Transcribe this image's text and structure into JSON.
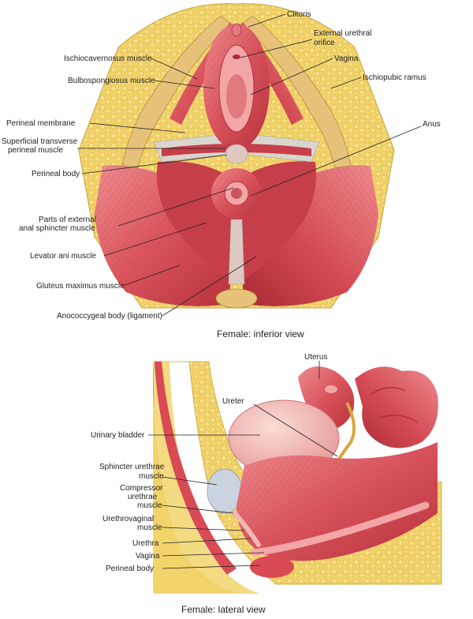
{
  "inferior_view": {
    "caption": "Female: inferior view",
    "labels": {
      "clitoris": "Clitoris",
      "external_urethral_orifice_1": "External urethral",
      "external_urethral_orifice_2": "orifice",
      "vagina": "Vagina",
      "ischiopubic_ramus": "Ischiopubic ramus",
      "ischiocavernosus": "Ischiocavernosus muscle",
      "bulbospongiosus": "Bulbospongiosus muscle",
      "perineal_membrane": "Perineal membrane",
      "superficial_transverse_1": "Superficial transverse",
      "superficial_transverse_2": "perineal muscle",
      "anus": "Anus",
      "perineal_body": "Perineal body",
      "external_anal_sphincter_1": "Parts of external",
      "external_anal_sphincter_2": "anal sphincter muscle",
      "levator_ani": "Levator ani muscle",
      "gluteus_maximus": "Gluteus maximus muscle",
      "anococcygeal_body": "Anococcygeal body (ligament)"
    }
  },
  "lateral_view": {
    "caption": "Female: lateral view",
    "labels": {
      "uterus": "Uterus",
      "ureter": "Ureter",
      "urinary_bladder": "Urinary bladder",
      "sphincter_urethrae_1": "Sphincter urethrae",
      "sphincter_urethrae_2": "muscle",
      "compressor_urethrae_1": "Compressor",
      "compressor_urethrae_2": "urethrae",
      "compressor_urethrae_3": "muscle",
      "urethrovaginal_1": "Urethrovaginal",
      "urethrovaginal_2": "muscle",
      "urethra": "Urethra",
      "vagina": "Vagina",
      "perineal_body": "Perineal body"
    }
  },
  "colors": {
    "muscle": "#d9535c",
    "muscle_dark": "#b8323d",
    "muscle_light": "#ee8c8f",
    "fat": "#f2d36a",
    "fat_dark": "#d9b23f",
    "membrane": "#d8d6cf",
    "bladder": "#f3b7b4",
    "bone": "#e6c27a",
    "text": "#222222"
  }
}
